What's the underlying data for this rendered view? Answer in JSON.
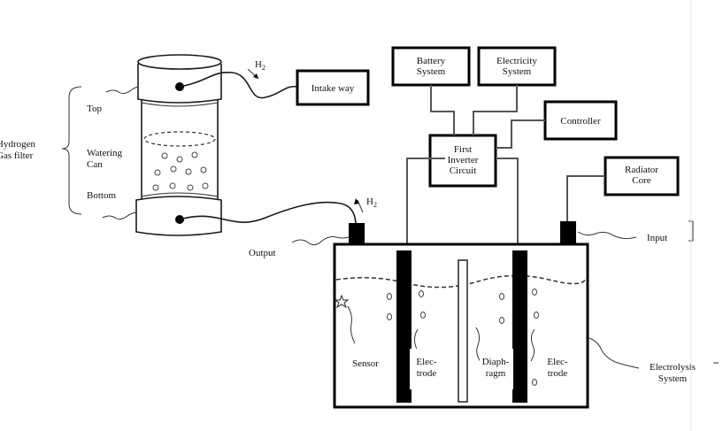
{
  "labels": {
    "hydrogen_filter": [
      "Hydrogen",
      "Gas filter"
    ],
    "top": "Top",
    "watering_can": [
      "Watering",
      "Can"
    ],
    "bottom": "Bottom",
    "h2_top": "H",
    "h2_top_sub": "2",
    "h2_output": "H",
    "h2_output_sub": "2",
    "output": "Output",
    "input": "Input",
    "sensor": "Sensor",
    "electrode_left": [
      "Elec-",
      "trode"
    ],
    "diaphragm": [
      "Diaph-",
      "ragm"
    ],
    "electrode_right": [
      "Elec-",
      "trode"
    ],
    "electrolysis_system": [
      "Electrolysis",
      "System"
    ]
  },
  "boxes": {
    "intake_way": "Intake way",
    "battery_system": [
      "Battery",
      "System"
    ],
    "electricity_system": [
      "Electricity",
      "System"
    ],
    "controller": "Controller",
    "first_inverter": [
      "First",
      "Inverter",
      "Circuit"
    ],
    "radiator_core": [
      "Radiator",
      "Core"
    ]
  }
}
